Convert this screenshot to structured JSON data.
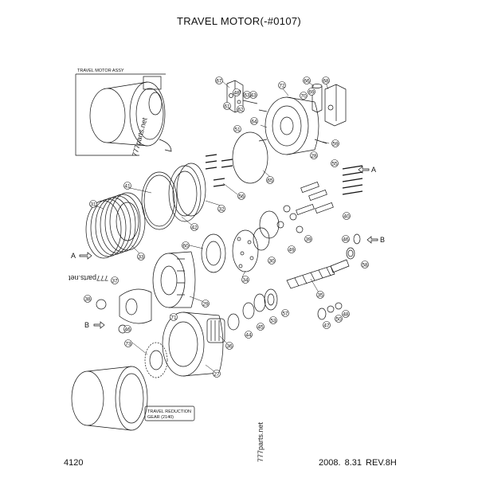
{
  "header": {
    "title": "TRAVEL MOTOR(-#0107)"
  },
  "footer": {
    "page_number": "4120",
    "revision": "2008. 8.31 REV.8H"
  },
  "watermarks": [
    "777parts.net",
    "777parts.net",
    "777parts.net"
  ],
  "inset": {
    "label": "TRAVEL MOTOR ASSY"
  },
  "reduction_box": {
    "label_line1": "TRAVEL REDUCTION",
    "label_line2": "GEAR (2140)"
  },
  "arrows": {
    "a1": "A",
    "a2": "A",
    "b1": "B",
    "b2": "B"
  },
  "callouts": [
    "67",
    "66",
    "68",
    "72",
    "70",
    "69",
    "43",
    "48",
    "61",
    "62",
    "63",
    "64",
    "51",
    "59",
    "28",
    "65",
    "41",
    "56",
    "55",
    "32",
    "42",
    "31",
    "33",
    "60",
    "40",
    "39",
    "49",
    "30",
    "34",
    "46",
    "58",
    "37",
    "29",
    "35",
    "38",
    "71",
    "36",
    "44",
    "45",
    "53",
    "57",
    "48",
    "47",
    "50",
    "73",
    "27",
    "46"
  ]
}
